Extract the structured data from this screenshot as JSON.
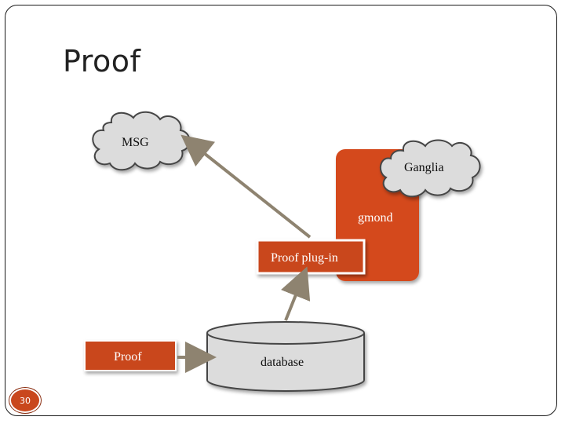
{
  "slide": {
    "title": "Proof",
    "page_number": "30"
  },
  "diagram": {
    "nodes": {
      "msg": "MSG",
      "ganglia": "Ganglia",
      "gmond": "gmond",
      "proof_plugin": "Proof plug-in",
      "proof": "Proof",
      "database": "database"
    }
  },
  "colors": {
    "accent": "#c9471d",
    "gmond_box": "#d4481b",
    "arrow": "#8e8370",
    "cloud_fill": "#dcdcdc"
  }
}
